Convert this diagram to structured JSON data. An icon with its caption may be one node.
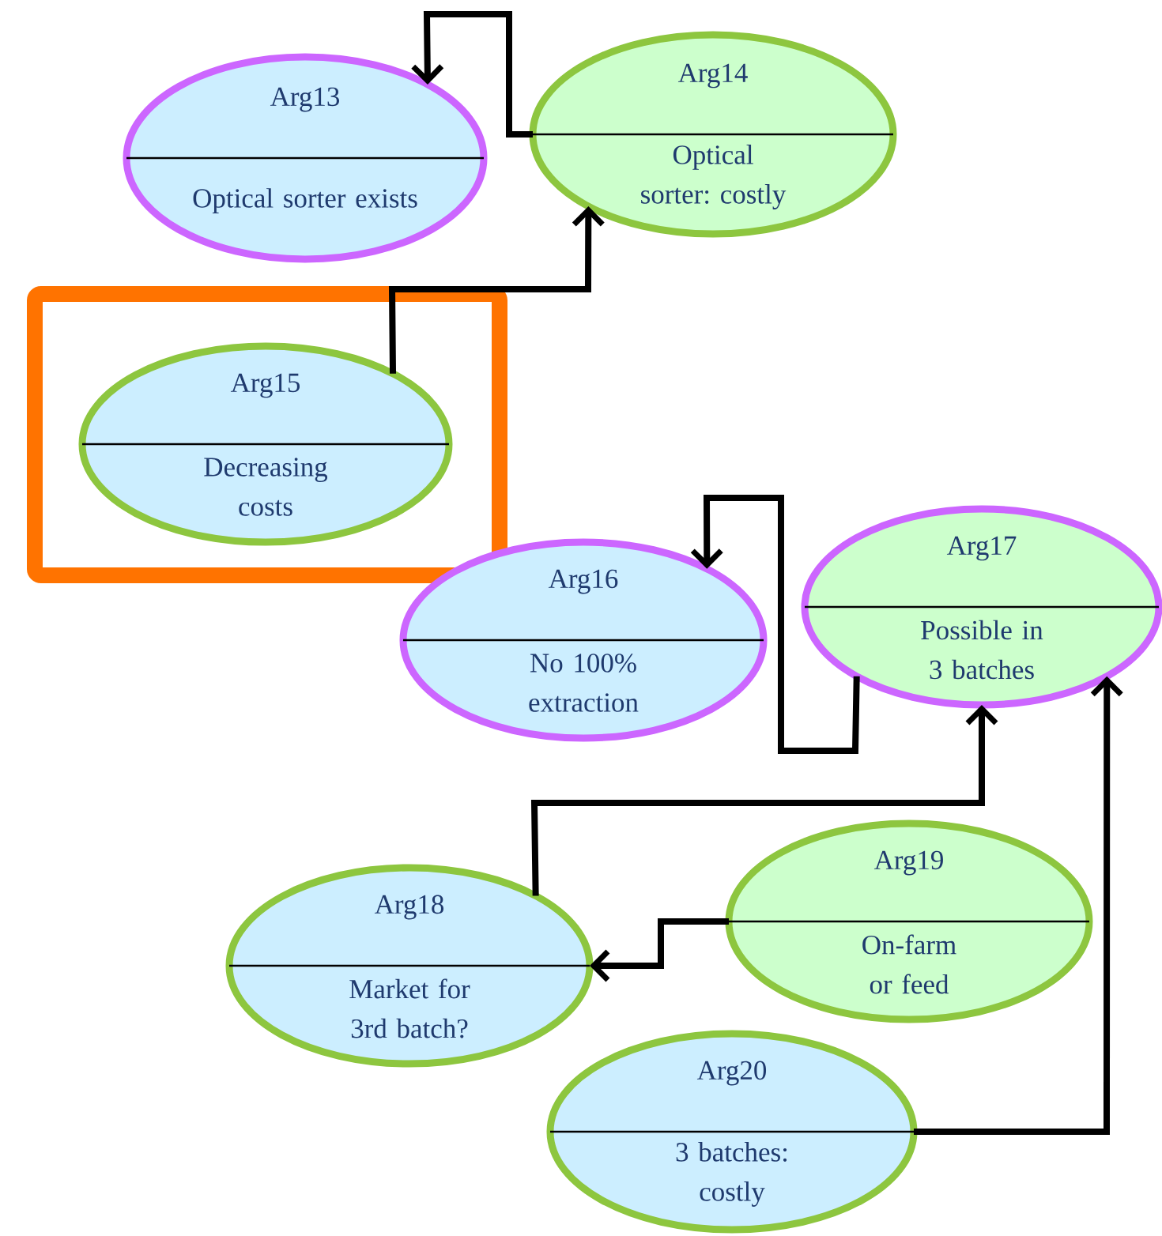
{
  "diagram": {
    "nodes": [
      {
        "text": [
          "Arg13",
          "Optical sorter exists"
        ]
      },
      {
        "text": [
          "Arg14",
          "Optical sorter: costly"
        ]
      },
      {
        "text": [],
        "shape": "box"
      },
      {
        "text": [
          "Arg15",
          "Decreasing costs"
        ],
        "in": 2
      },
      {
        "text": [
          "Arg16",
          "No 100% extraction"
        ]
      },
      {
        "text": [
          "Arg17",
          "Possible in 3 batches"
        ]
      },
      {
        "text": [
          "Arg18",
          "Market for 3rd batch?"
        ]
      },
      {
        "text": [
          "Arg19",
          "On-farm or feed"
        ]
      },
      {
        "text": [
          "Arg20",
          "3 batches: costly"
        ]
      }
    ],
    "edges": [
      {
        "from": 1,
        "to": 0,
        "arrow": "to"
      },
      {
        "from": 3,
        "to": 1,
        "arrow": "to"
      },
      {
        "from": 5,
        "to": 4,
        "arrow": "to"
      },
      {
        "from": 6,
        "to": 5,
        "arrow": "to"
      },
      {
        "from": 7,
        "to": 6,
        "arrow": "to"
      },
      {
        "from": 8,
        "to": 5,
        "arrow": "to"
      }
    ]
  }
}
